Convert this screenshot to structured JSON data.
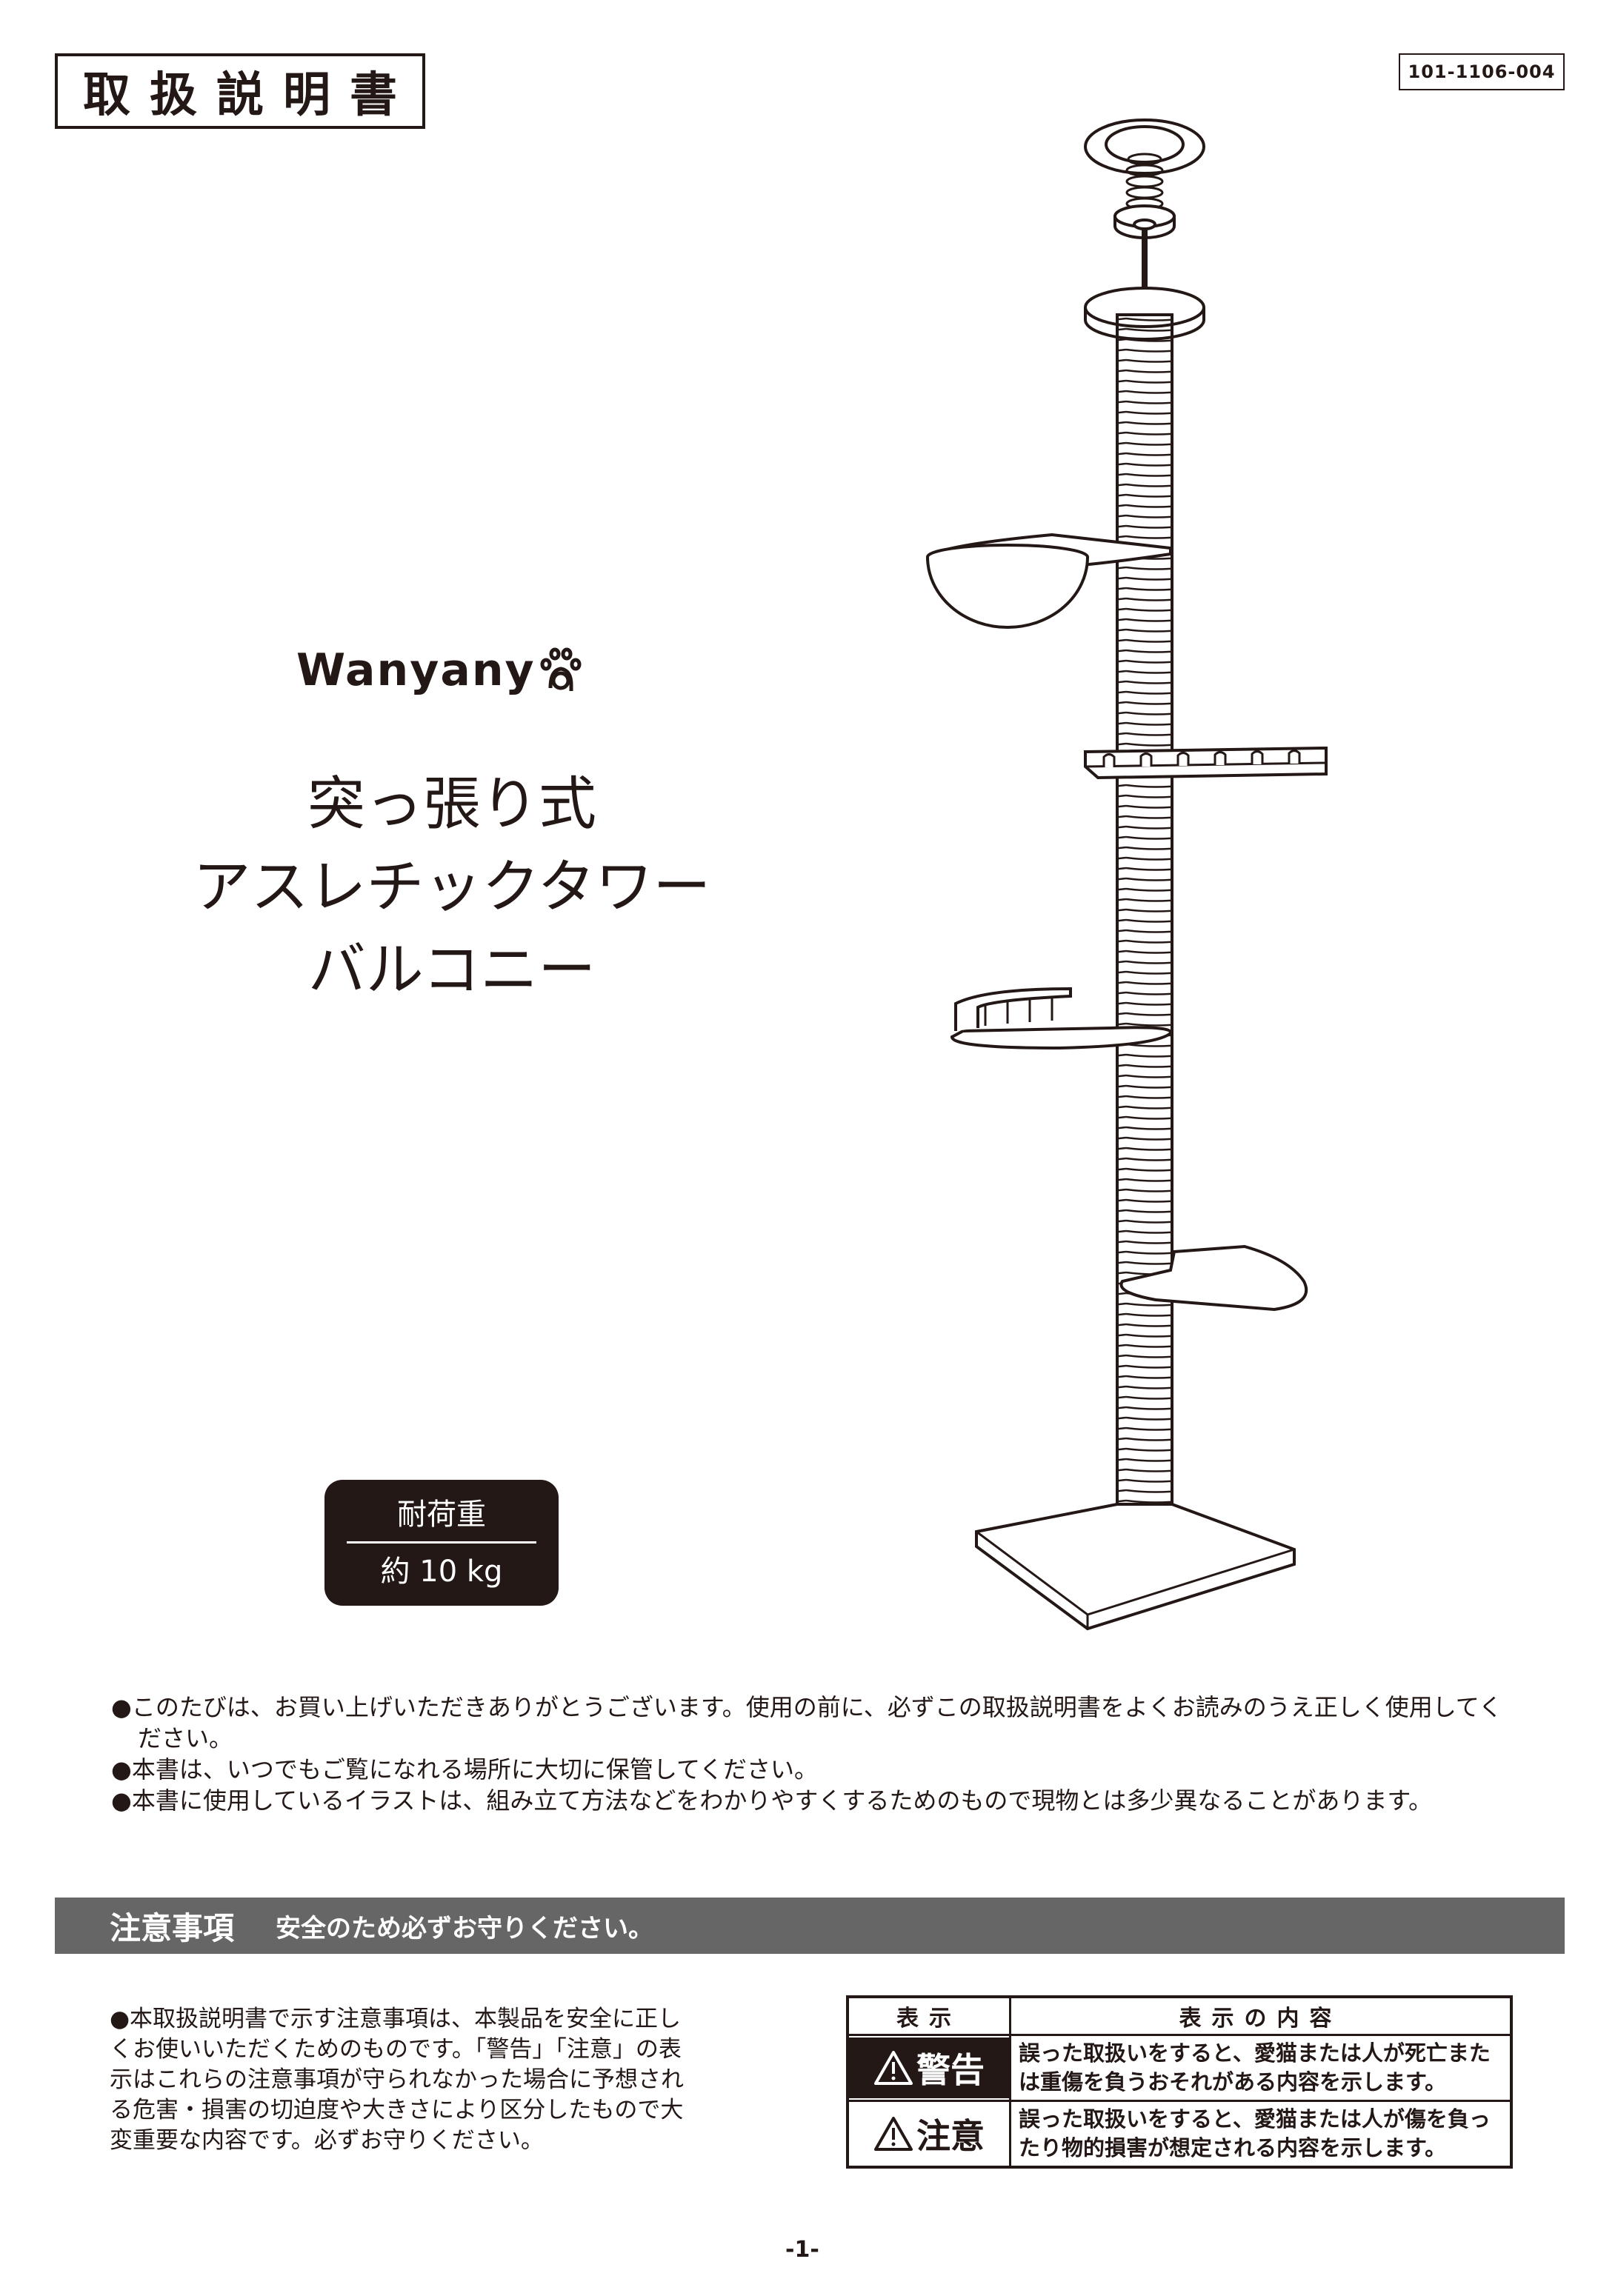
{
  "header": {
    "doc_title": "取扱説明書",
    "doc_code": "101-1106-004"
  },
  "brand": {
    "name": "Wanyany",
    "logo_icon": "paw-icon"
  },
  "product": {
    "title_lines": [
      "突っ張り式",
      "アスレチックタワー",
      "バルコニー"
    ]
  },
  "load_capacity": {
    "label": "耐荷重",
    "value": "約 10 kg"
  },
  "illustration": {
    "subject": "cat-tower-illustration",
    "parts": [
      "ceiling-plate",
      "spring",
      "adjuster",
      "top-disc",
      "bowl-hammock",
      "ladder-shelf",
      "fenced-shelf",
      "step-platform",
      "base-plate"
    ]
  },
  "intro": {
    "items": [
      "●このたびは、お買い上げいただきありがとうございます。使用の前に、必ずこの取扱説明書をよくお読みのうえ正しく使用してください。",
      "●本書は、いつでもご覧になれる場所に大切に保管してください。",
      "●本書に使用しているイラストは、組み立て方法などをわかりやすくするためのもので現物とは多少異なることがあります。"
    ]
  },
  "caution_section": {
    "heading": "注意事項",
    "subheading": "安全のため必ずお守りください。",
    "bar_color": "#666666",
    "notice": "●本取扱説明書で示す注意事項は、本製品を安全に正しくお使いいただくためのものです。「警告」「注意」の表示はこれらの注意事項が守られなかった場合に予想される危害・損害の切迫度や大きさにより区分したもので大変重要な内容です。必ずお守りください。"
  },
  "symbol_table": {
    "headers": [
      "表示",
      "表示の内容"
    ],
    "rows": [
      {
        "label": "警告",
        "icon": "warning-triangle-icon",
        "style": "dark",
        "description": "誤った取扱いをすると、愛猫または人が死亡または重傷を負うおそれがある内容を示します。"
      },
      {
        "label": "注意",
        "icon": "warning-triangle-icon",
        "style": "light",
        "description": "誤った取扱いをすると、愛猫または人が傷を負ったり物的損害が想定される内容を示します。"
      }
    ]
  },
  "footer": {
    "page_number": "-1-"
  }
}
